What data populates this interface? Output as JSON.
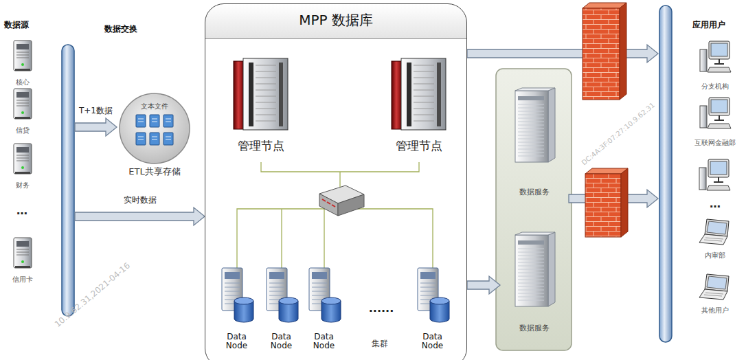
{
  "diagram": {
    "nodes": [
      {
        "text": [
          "数据源"
        ]
      },
      {
        "text": [
          "核心"
        ],
        "in": 0
      },
      {
        "text": [
          "信贷"
        ],
        "in": 0
      },
      {
        "text": [
          "财务"
        ],
        "in": 0
      },
      {
        "text": [
          "信用卡"
        ],
        "in": 0
      },
      {
        "text": [
          "文本文件",
          "ETL共享存储"
        ]
      },
      {
        "text": [
          "MPP 数据库"
        ]
      },
      {
        "text": [
          "管理节点"
        ],
        "in": 6
      },
      {
        "text": [
          "管理节点"
        ],
        "in": 6
      },
      {
        "text": [
          "Data Node"
        ],
        "in": 6
      },
      {
        "text": [
          "Data Node"
        ],
        "in": 6
      },
      {
        "text": [
          "Data Node"
        ],
        "in": 6
      },
      {
        "text": [
          "Data Node"
        ],
        "in": 6
      },
      {
        "text": [
          "数据服务"
        ]
      },
      {
        "text": [
          "数据服务"
        ]
      },
      {
        "text": [
          "应用用户"
        ]
      },
      {
        "text": [
          "分支机构"
        ],
        "in": 15
      },
      {
        "text": [
          "互联网金融部"
        ],
        "in": 15
      },
      {
        "text": [
          "内审部"
        ],
        "in": 15
      },
      {
        "text": [
          "其他用户"
        ],
        "in": 15
      }
    ],
    "edges": [
      {
        "from": 0,
        "to": 5,
        "label": "T+1数据",
        "arrow": "to"
      },
      {
        "from": 0,
        "to": 6,
        "label": "实时数据",
        "arrow": "to"
      },
      {
        "from": 6,
        "to": 15,
        "arrow": "to"
      },
      {
        "from": 6,
        "to": 14,
        "arrow": "to"
      },
      {
        "from": 13,
        "to": 15,
        "arrow": "to"
      }
    ],
    "labels": [
      "数据交换",
      "…",
      "......",
      "集群",
      "…",
      "10.9.62.31,2021-04-16",
      "DC:4A:3F:07:27:10.9.62.31"
    ]
  }
}
